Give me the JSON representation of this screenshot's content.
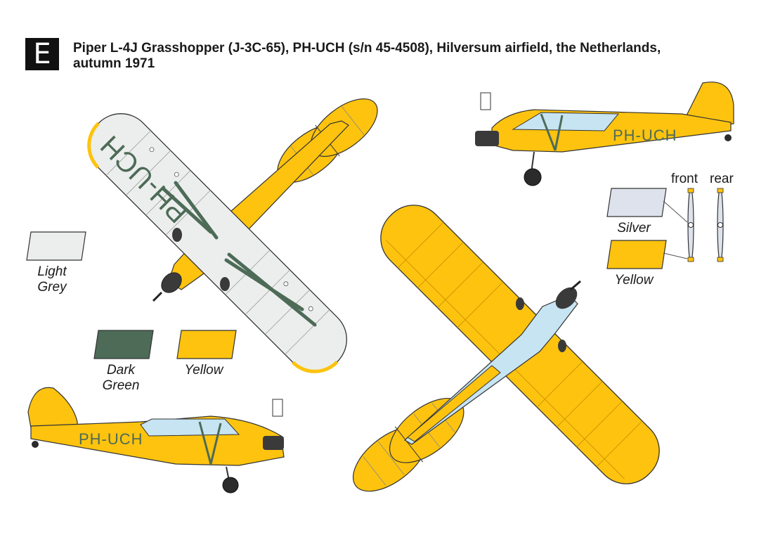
{
  "profile": {
    "letter": "E",
    "title_line1": "Piper L-4J Grasshopper (J-3C-65), PH-UCH (s/n 45-4508), Hilversum airfield, the Netherlands,",
    "title_line2": "autumn 1971"
  },
  "registration": "PH-UCH",
  "swatches": {
    "light_grey": {
      "line1": "Light",
      "line2": "Grey",
      "color": "#eceeed"
    },
    "dark_green": {
      "line1": "Dark",
      "line2": "Green",
      "color": "#4d6b57"
    },
    "yellow_left": {
      "line1": "Yellow",
      "color": "#fdc30f"
    },
    "silver": {
      "line1": "Silver",
      "color": "#dde2ec"
    },
    "yellow_right": {
      "line1": "Yellow",
      "color": "#fdc30f"
    }
  },
  "propeller": {
    "front": "front",
    "rear": "rear"
  },
  "colors": {
    "yellow": "#fdc30f",
    "grey": "#eceeed",
    "green": "#4d6b57",
    "glass": "#c7e4f3",
    "outline": "#333333",
    "engine": "#3a3a3a"
  }
}
